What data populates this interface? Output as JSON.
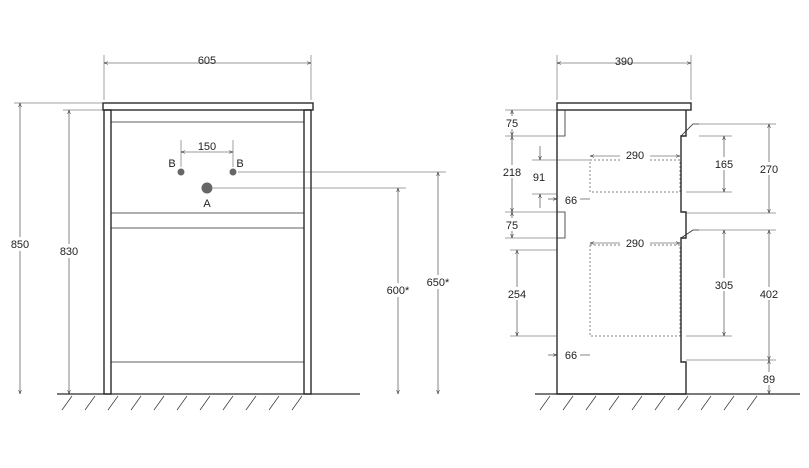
{
  "colors": {
    "line": "#2a2a2a",
    "connector": "#666666",
    "background": "#ffffff"
  },
  "front": {
    "width_label": "605",
    "height_total_label": "850",
    "height_frame_label": "830",
    "spacing_label": "150",
    "point_b_left_label": "B",
    "point_b_right_label": "B",
    "point_a_label": "A",
    "height_a_label": "600*",
    "height_b_label": "650*"
  },
  "side": {
    "depth_label": "390",
    "top_rail_label": "75",
    "upper_gap_label": "218",
    "upper_drop_label": "91",
    "upper_offset_label": "66",
    "middle_rail_label": "75",
    "lower_left_label": "254",
    "lower_offset_label": "66",
    "upper_drawer_width_label": "290",
    "lower_drawer_width_label": "290",
    "upper_drawer_height_label": "165",
    "lower_drawer_height_label": "305",
    "upper_front_label": "270",
    "lower_front_label": "402",
    "leg_label": "89"
  }
}
